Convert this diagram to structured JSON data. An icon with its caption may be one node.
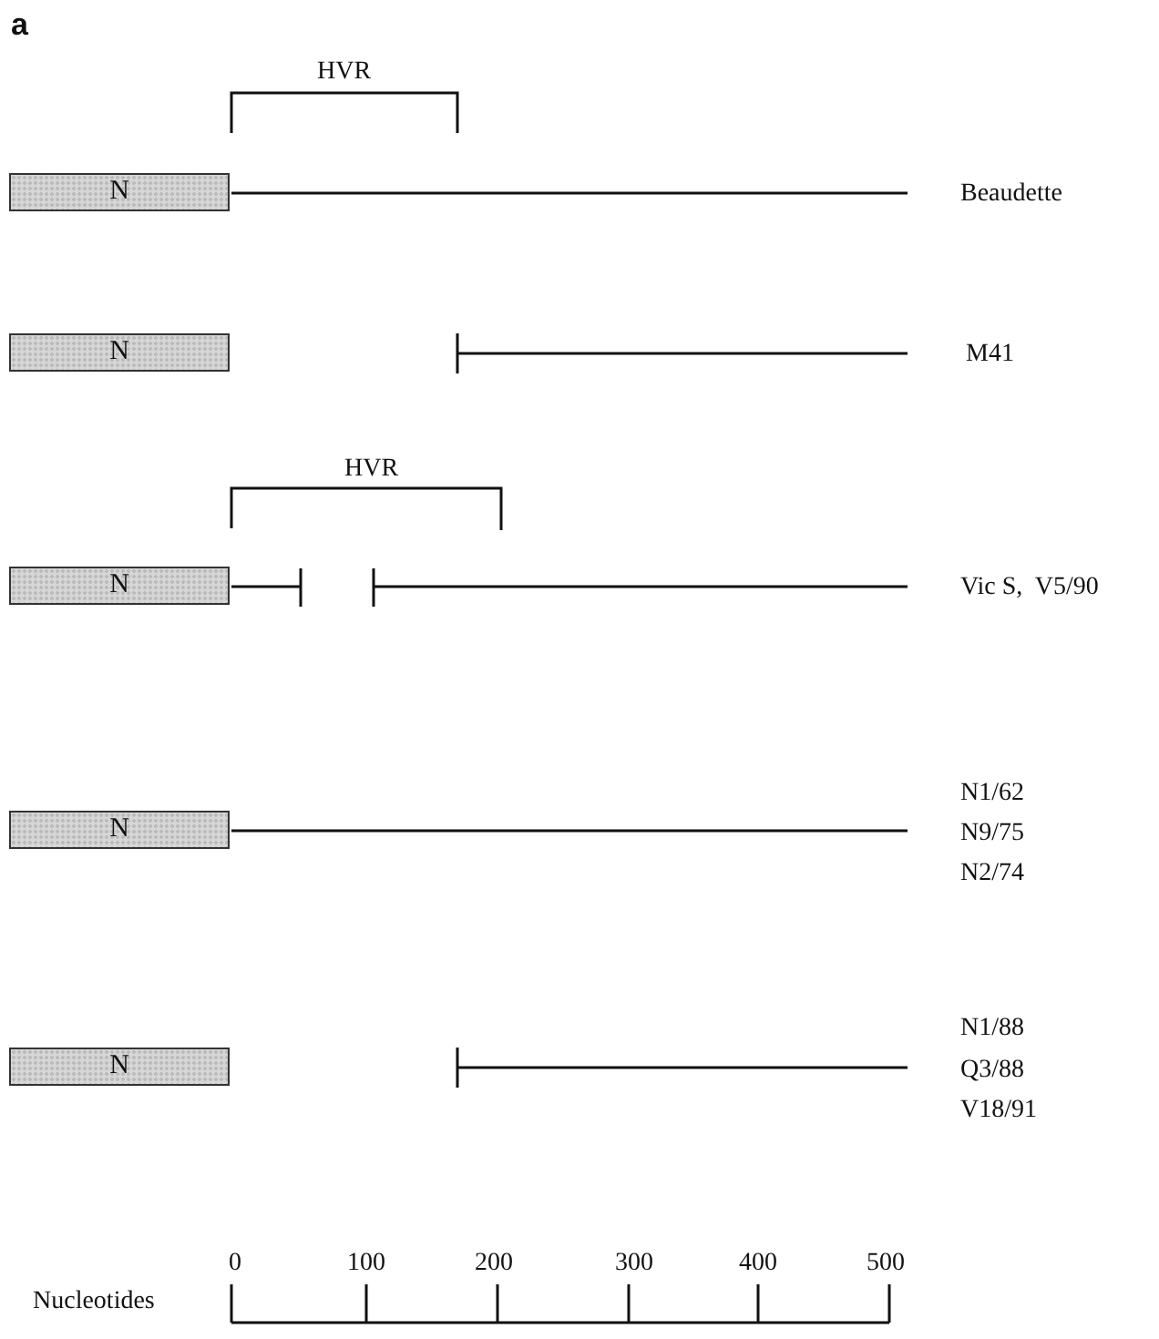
{
  "diagram": {
    "nodes": [
      {
        "text": [
          "N"
        ]
      },
      {
        "text": [
          "N"
        ]
      },
      {
        "text": [
          "N"
        ]
      },
      {
        "text": [
          "N"
        ]
      },
      {
        "text": [
          "N"
        ]
      }
    ],
    "labels": [
      "a",
      "HVR",
      "Beaudette",
      "M41",
      "HVR",
      "Vic S,  V5/90",
      "N1/62",
      "N9/75",
      "N2/74",
      "N1/88",
      "Q3/88",
      "V18/91",
      "Nucleotides",
      "0",
      "100",
      "200",
      "300",
      "400",
      "500"
    ]
  }
}
